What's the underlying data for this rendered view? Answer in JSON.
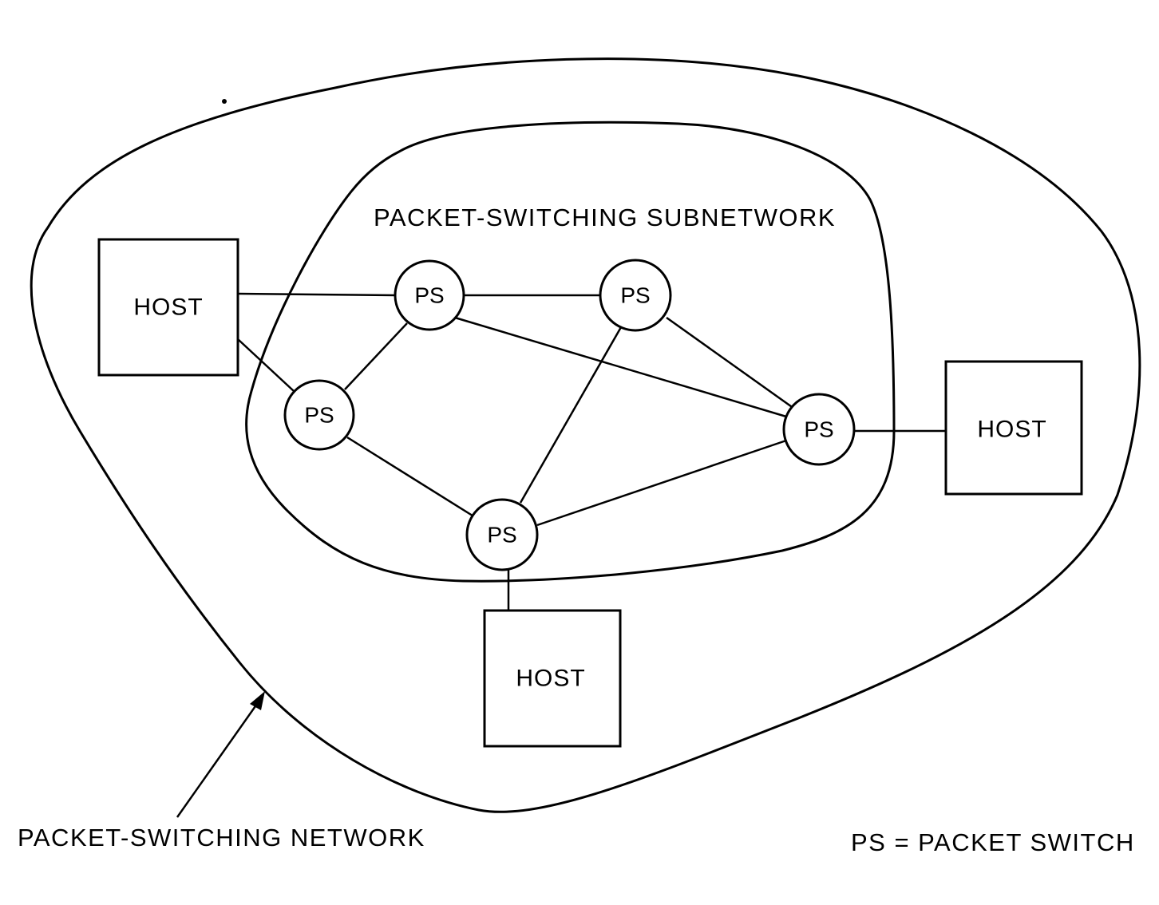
{
  "diagram": {
    "outer_region_label": "PACKET-SWITCHING NETWORK",
    "inner_region_label": "PACKET-SWITCHING SUBNETWORK",
    "legend": "PS = PACKET SWITCH",
    "packet_switches": [
      {
        "id": "ps1",
        "label": "PS"
      },
      {
        "id": "ps2",
        "label": "PS"
      },
      {
        "id": "ps3",
        "label": "PS"
      },
      {
        "id": "ps4",
        "label": "PS"
      },
      {
        "id": "ps5",
        "label": "PS"
      }
    ],
    "hosts": [
      {
        "id": "host-left",
        "label": "HOST"
      },
      {
        "id": "host-right",
        "label": "HOST"
      },
      {
        "id": "host-bottom",
        "label": "HOST"
      }
    ],
    "links": [
      [
        "host-left",
        "ps1"
      ],
      [
        "host-left",
        "ps3"
      ],
      [
        "ps1",
        "ps2"
      ],
      [
        "ps1",
        "ps3"
      ],
      [
        "ps1",
        "ps4"
      ],
      [
        "ps2",
        "ps4"
      ],
      [
        "ps2",
        "ps5"
      ],
      [
        "ps3",
        "ps5"
      ],
      [
        "ps5",
        "ps4"
      ],
      [
        "ps4",
        "host-right"
      ],
      [
        "ps5",
        "host-bottom"
      ]
    ]
  }
}
